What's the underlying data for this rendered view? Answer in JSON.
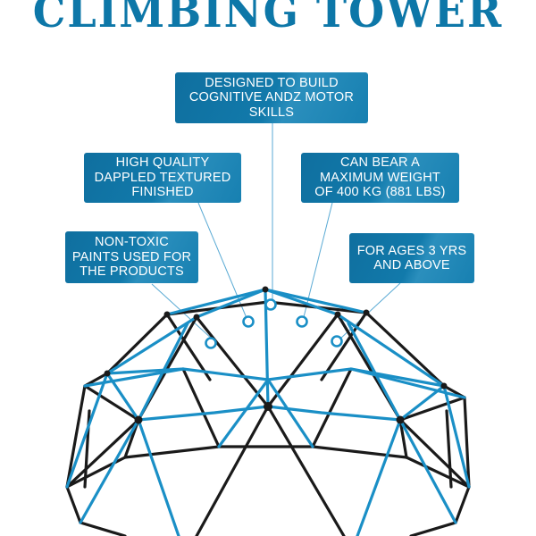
{
  "title": "Climbing Tower",
  "colors": {
    "brand_blue": "#0d77a8",
    "frame_blue": "#1a8fc6",
    "frame_black": "#1a1a1a",
    "leader_line": "#5aaad4"
  },
  "callouts": [
    {
      "id": "cognitive",
      "text": "DESIGNED TO BUILD\nCOGNITIVE ANDZ MOTOR\nSKILLS"
    },
    {
      "id": "finish",
      "text": "HIGH QUALITY\nDAPPLED TEXTURED\nFINISHED"
    },
    {
      "id": "weight",
      "text": "CAN BEAR A\nMAXIMUM WEIGHT\nOF 400 KG (881 LBS)"
    },
    {
      "id": "paint",
      "text": "NON-TOXIC\nPAINTS USED FOR\nTHE PRODUCTS"
    },
    {
      "id": "ages",
      "text": "FOR AGES 3 YRS\nAND ABOVE"
    }
  ]
}
